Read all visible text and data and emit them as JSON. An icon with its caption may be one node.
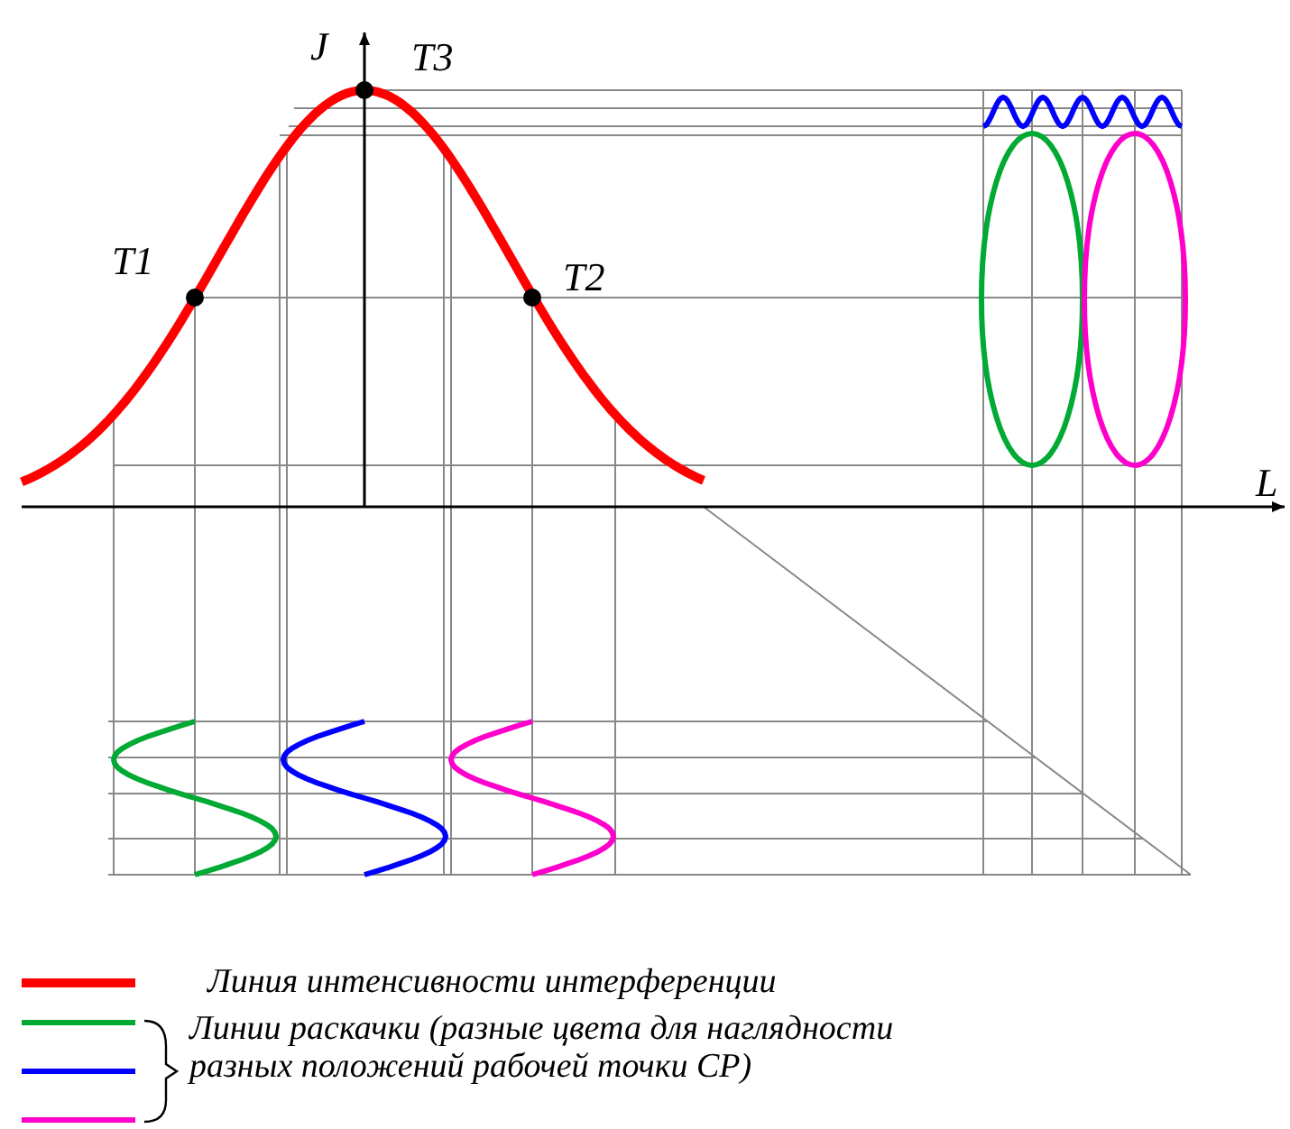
{
  "diagram": {
    "labels": [
      "J",
      "T3",
      "T1",
      "T2",
      "L"
    ],
    "legend": [
      {
        "text": "Линия интенсивности интерференции"
      },
      {
        "text": "Линии раскачки (разные цвета для наглядности разных положений рабочей точки СР)"
      }
    ]
  }
}
